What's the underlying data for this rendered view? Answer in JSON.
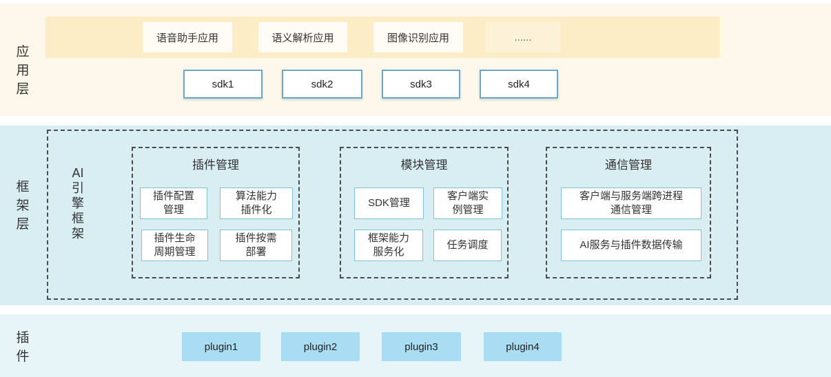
{
  "layers": {
    "application": {
      "label": "应用层",
      "apps": [
        "语音助手应用",
        "语义解析应用",
        "图像识别应用",
        "......"
      ],
      "sdks": [
        "sdk1",
        "sdk2",
        "sdk3",
        "sdk4"
      ]
    },
    "framework": {
      "label": "框架层",
      "engine": "AI引擎框架",
      "groups": [
        {
          "title": "插件管理",
          "items": [
            "插件配置\n管理",
            "算法能力\n插件化",
            "插件生命\n周期管理",
            "插件按需\n部署"
          ]
        },
        {
          "title": "模块管理",
          "items": [
            "SDK管理",
            "客户端实\n例管理",
            "框架能力\n服务化",
            "任务调度"
          ]
        },
        {
          "title": "通信管理",
          "items": [
            "客户端与服务端跨进程\n通信管理",
            "AI服务与插件数据传输"
          ]
        }
      ]
    },
    "plugin": {
      "label": "插件",
      "plugins": [
        "plugin1",
        "plugin2",
        "plugin3",
        "plugin4"
      ]
    }
  },
  "colors": {
    "app_section_bg": "#fdf8ea",
    "app_band_bg": "#fcedc6",
    "app_box_bg": "#fefcf4",
    "framework_section_bg": "#d8eef2",
    "plugin_section_bg": "#e7f5f9",
    "plugin_box_bg": "#a9ddf3",
    "inner_box_border": "#7fc2d9",
    "sdk_box_border": "#6aa7c8",
    "dashed_border": "#4a4a4a",
    "text": "#333333"
  }
}
